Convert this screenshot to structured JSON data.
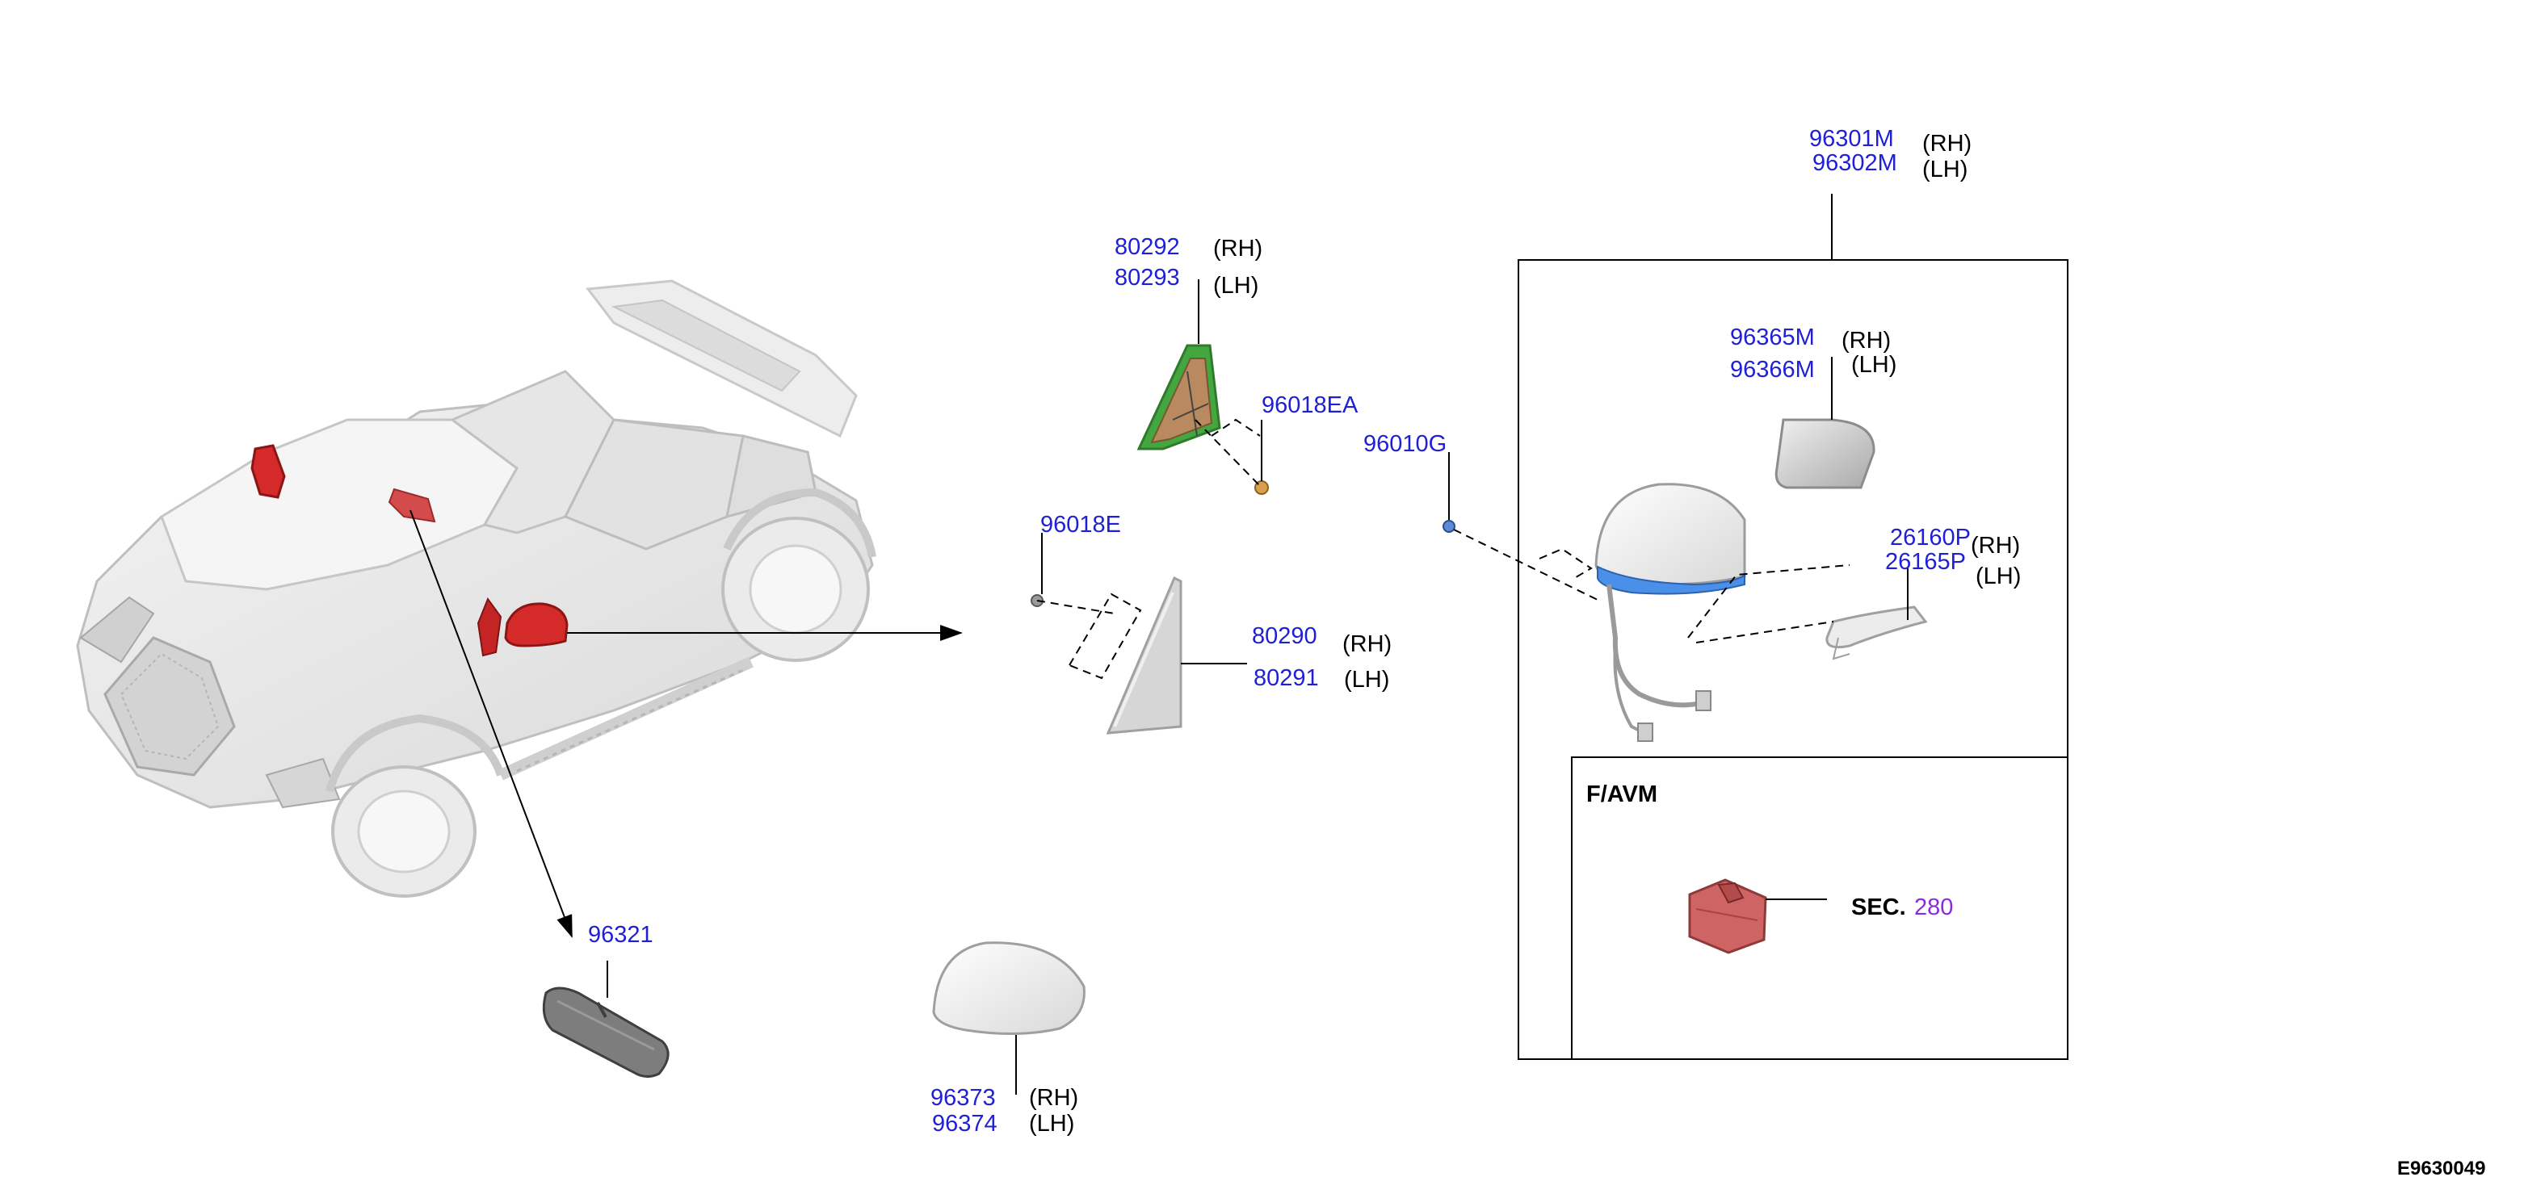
{
  "labels": {
    "p96301M": "96301M",
    "p96302M": "96302M",
    "rh_96301M": "(RH)",
    "lh_96302M": "(LH)",
    "p80292": "80292",
    "p80293": "80293",
    "rh_80292": "(RH)",
    "lh_80293": "(LH)",
    "p96018EA": "96018EA",
    "p96010G": "96010G",
    "p96018E": "96018E",
    "p80290": "80290",
    "p80291": "80291",
    "rh_80290": "(RH)",
    "lh_80291": "(LH)",
    "p96365M": "96365M",
    "p96366M": "96366M",
    "rh_96365M": "(RH)",
    "lh_96366M": "(LH)",
    "p26160P": "26160P",
    "p26165P": "26165P",
    "rh_26160P": "(RH)",
    "lh_26165P": "(LH)",
    "favm": "F/AVM",
    "sec": "SEC.",
    "sec_num": "280",
    "p96321": "96321",
    "p96373": "96373",
    "p96374": "96374",
    "rh_96373": "(RH)",
    "lh_96374": "(LH)",
    "code": "E9630049"
  },
  "colors": {
    "part_number": "#1f1fd6",
    "side_designation": "#000000",
    "section_number": "#8a2be2",
    "highlight_part": "#d42a2a",
    "car_body": "#ececec",
    "mirror_cover": "#f4f4f4",
    "turn_lamp_strip": "#4a8fe8",
    "gasket_green": "#43a63f",
    "camera_module": "#cf6464"
  }
}
